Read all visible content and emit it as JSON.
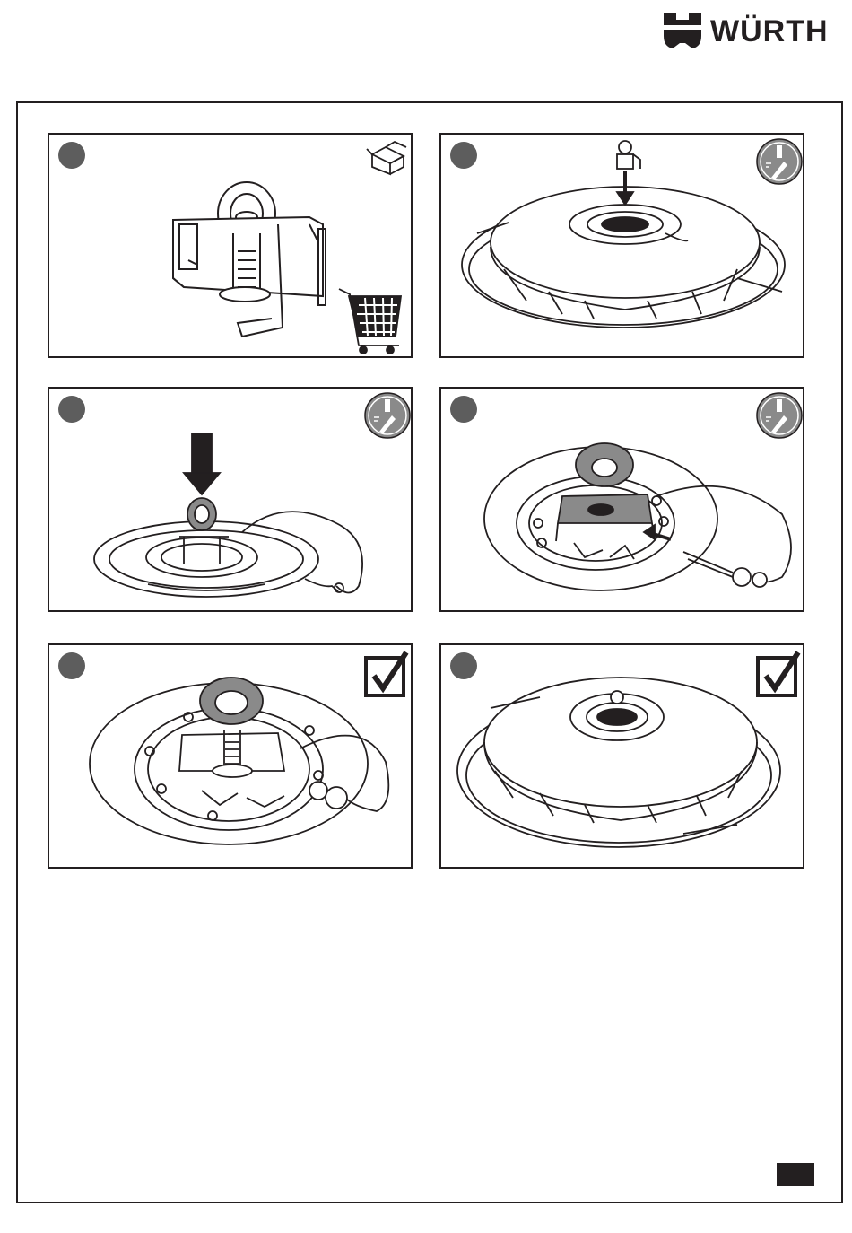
{
  "header": {
    "brand_name": "WÜRTH",
    "brand_color": "#231f20"
  },
  "panels": [
    {
      "step_marker": "dot",
      "corner_icon": "box-cart-icon",
      "illustration": "eyebolt-clamp-part"
    },
    {
      "step_marker": "dot",
      "corner_icon": "tool-badge-icon",
      "illustration": "drum-lid-insert"
    },
    {
      "step_marker": "dot",
      "corner_icon": "tool-badge-icon",
      "illustration": "press-down-eyebolt"
    },
    {
      "step_marker": "dot",
      "corner_icon": "tool-badge-icon",
      "illustration": "insert-pin"
    },
    {
      "step_marker": "dot",
      "corner_icon": "checkmark-icon",
      "illustration": "assembled-detail"
    },
    {
      "step_marker": "dot",
      "corner_icon": "checkmark-icon",
      "illustration": "assembled-drum"
    }
  ],
  "colors": {
    "ink": "#231f20",
    "step_dot": "#5d5d5d",
    "badge": "#8a8a8a"
  }
}
